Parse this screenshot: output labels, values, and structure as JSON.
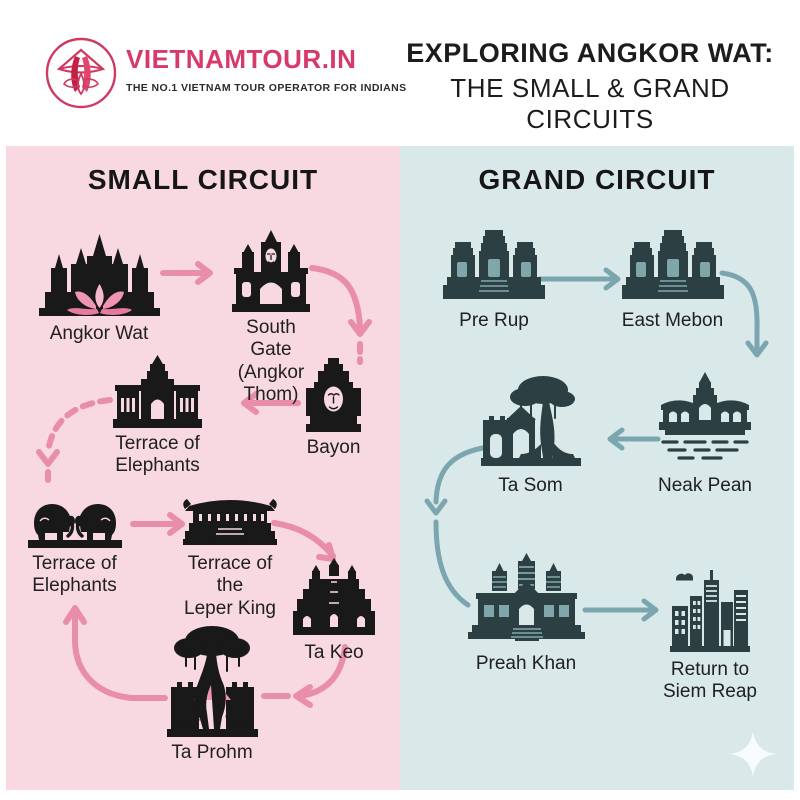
{
  "header": {
    "brand": "VIETNAMTOUR.IN",
    "tagline": "THE NO.1 VIETNAM TOUR OPERATOR FOR INDIANS",
    "title_line1": "EXPLORING ANGKOR WAT:",
    "title_line2": "THE SMALL & GRAND CIRCUITS"
  },
  "small_circuit": {
    "heading": "SMALL CIRCUIT",
    "nodes": [
      {
        "label": "Angkor Wat"
      },
      {
        "label": "South Gate\n(Angkor Thom)"
      },
      {
        "label": "Bayon"
      },
      {
        "label": "Terrace of\nElephants"
      },
      {
        "label": "Terrace of\nElephants"
      },
      {
        "label": "Terrace of the\nLeper King"
      },
      {
        "label": "Ta Keo"
      },
      {
        "label": "Ta Prohm"
      }
    ],
    "route": [
      "Angkor Wat",
      "South Gate (Angkor Thom)",
      "Bayon",
      "Terrace of Elephants",
      "Terrace of Elephants",
      "Terrace of the Leper King",
      "Ta Keo",
      "Ta Prohm"
    ]
  },
  "grand_circuit": {
    "heading": "GRAND CIRCUIT",
    "nodes": [
      {
        "label": "Pre Rup"
      },
      {
        "label": "East Mebon"
      },
      {
        "label": "Neak Pean"
      },
      {
        "label": "Ta Som"
      },
      {
        "label": "Preah Khan"
      },
      {
        "label": "Return to\nSiem Reap"
      }
    ],
    "route": [
      "Pre Rup",
      "East Mebon",
      "Neak Pean",
      "Ta Som",
      "Preah Khan",
      "Return to Siem Reap"
    ]
  },
  "colors": {
    "brand_pink": "#d6396a",
    "title_dark": "#1c1c1c",
    "panel_pink": "#f8d9e2",
    "panel_teal": "#d9e9e9",
    "arrow_pink": "#e88ea8",
    "arrow_teal": "#7ba6b0",
    "icon_black": "#191919",
    "icon_teal_dark": "#2c4043",
    "icon_teal_mid": "#7fa7ab",
    "label_dark": "#202020",
    "lotus_pink": "#ef94b4"
  }
}
